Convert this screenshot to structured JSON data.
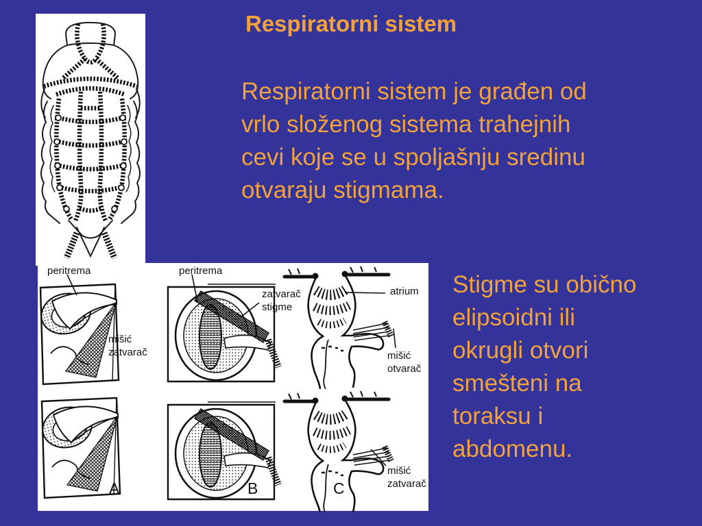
{
  "slide": {
    "background_color": "#333399",
    "text_color": "#F2A23C",
    "title": "Respiratorni sistem",
    "paragraph1_lines": [
      "Respiratorni sistem je građen od",
      "vrlo složenog sistema trahejnih",
      "cevi koje se u spoljašnju sredinu",
      "otvaraju stigmama."
    ],
    "paragraph2_lines": [
      "Stigme su obično",
      "elipsoidni ili",
      "okrugli otvori",
      "smešteni na",
      "toraksu i",
      "abdomenu."
    ]
  },
  "figure_bottom": {
    "labels": {
      "peritrema_left": "peritrema",
      "peritrema_middle": "peritrema",
      "misic_zatvarac_a": [
        "mišić",
        "zatvarač"
      ],
      "zatvarac_stigme": [
        "zatvarač",
        "stigme"
      ],
      "atrium": "atrium",
      "misic_otvarac": [
        "mišić",
        "otvarač"
      ],
      "misic_zatvarac_c": [
        "mišić",
        "zatvarač"
      ],
      "panel_letters": [
        "A",
        "B",
        "C"
      ]
    }
  }
}
